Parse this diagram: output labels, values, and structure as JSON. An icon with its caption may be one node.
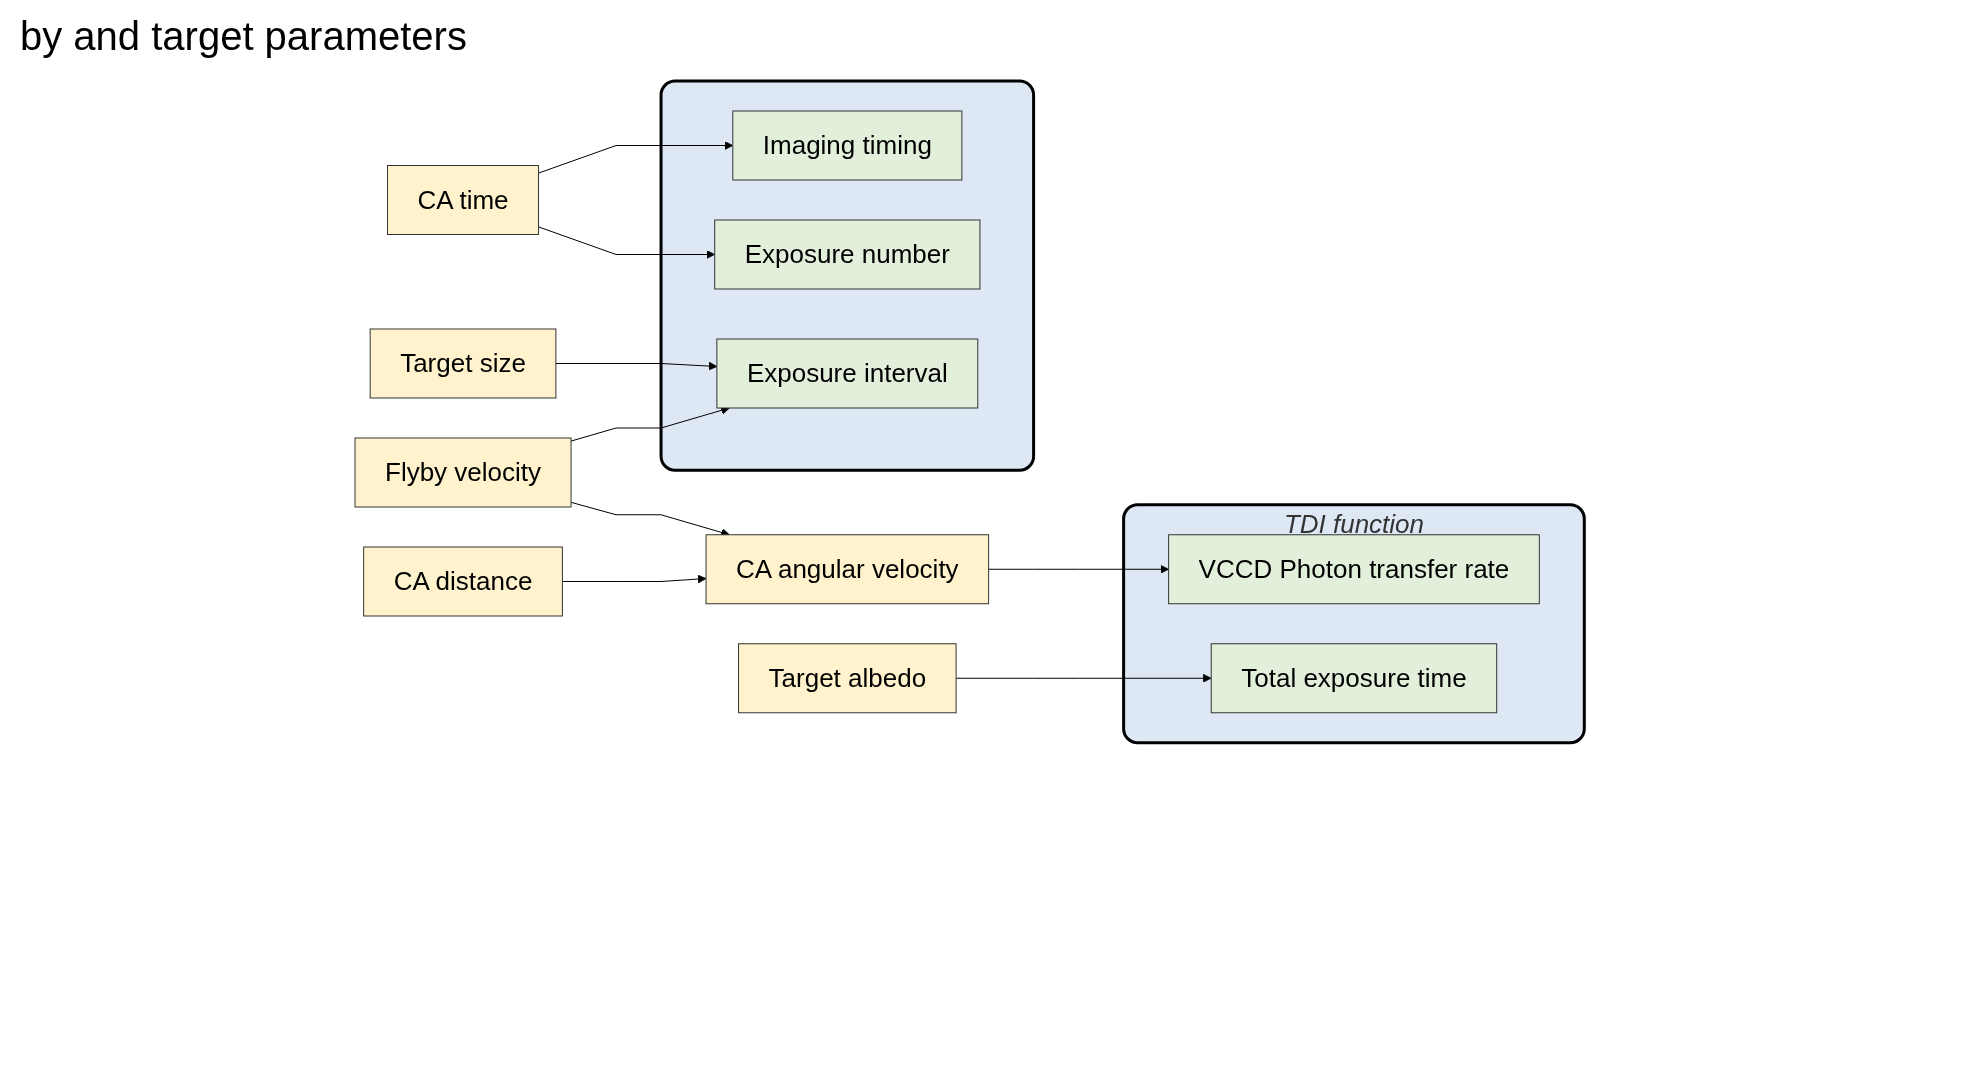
{
  "diagram": {
    "title": "by and target parameters",
    "nodes": [
      {
        "text": [
          "CA time"
        ]
      },
      {
        "text": [
          "Target size"
        ]
      },
      {
        "text": [
          "Flyby velocity"
        ]
      },
      {
        "text": [
          "CA distance"
        ]
      },
      {
        "text": [
          "Target albedo"
        ]
      },
      {
        "text": [
          "CA angular velocity"
        ]
      },
      {
        "text": [],
        "shape": "box"
      },
      {
        "text": [
          "Imaging timing"
        ],
        "in": 6
      },
      {
        "text": [
          "Exposure number"
        ],
        "in": 6
      },
      {
        "text": [
          "Exposure interval"
        ],
        "in": 6
      },
      {
        "text": [
          "TDI function"
        ]
      },
      {
        "text": [
          "VCCD Photon transfer rate"
        ],
        "in": 10
      },
      {
        "text": [
          "Total exposure time"
        ],
        "in": 10
      }
    ],
    "edges": [
      {
        "from": 0,
        "to": 7,
        "arrow": "to"
      },
      {
        "from": 0,
        "to": 8,
        "arrow": "to"
      },
      {
        "from": 1,
        "to": 9,
        "arrow": "to"
      },
      {
        "from": 2,
        "to": 9,
        "arrow": "to"
      },
      {
        "from": 2,
        "to": 5,
        "arrow": "to"
      },
      {
        "from": 3,
        "to": 5,
        "arrow": "to"
      },
      {
        "from": 5,
        "to": 11,
        "arrow": "to"
      },
      {
        "from": 4,
        "to": 12,
        "arrow": "to"
      }
    ]
  }
}
